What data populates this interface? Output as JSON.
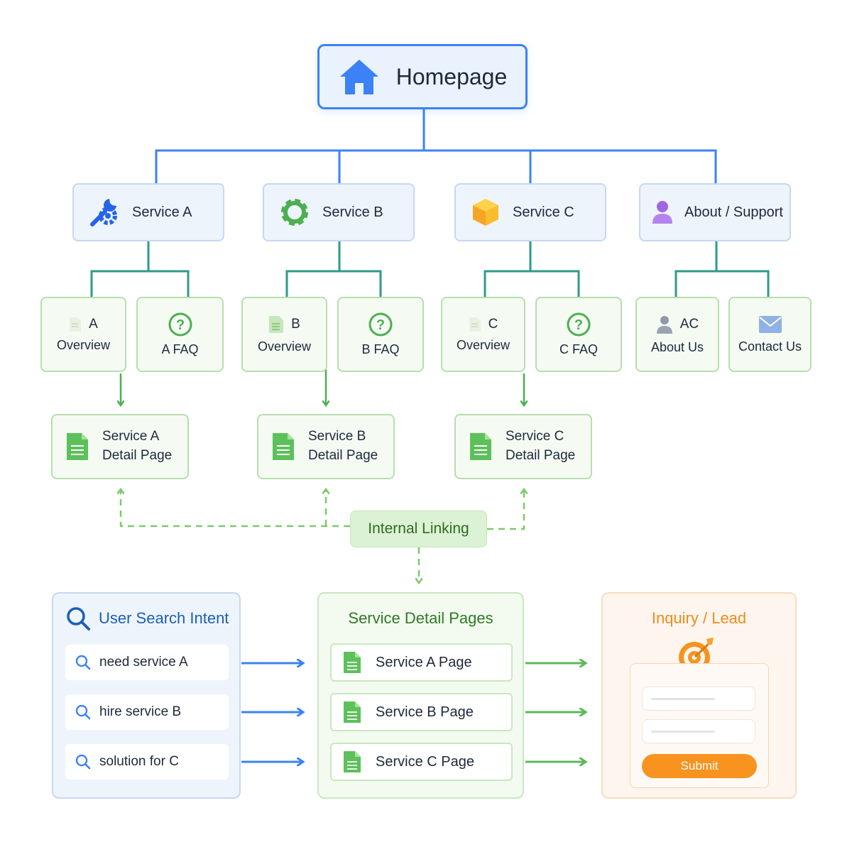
{
  "homepage": {
    "label": "Homepage",
    "icon": "home-icon"
  },
  "services": [
    {
      "label": "Service A",
      "icon": "wrench-gear-icon"
    },
    {
      "label": "Service B",
      "icon": "gear-icon"
    },
    {
      "label": "Service C",
      "icon": "cube-icon"
    },
    {
      "label": "About / Support",
      "icon": "user-icon"
    }
  ],
  "subpages": [
    {
      "line1": "A",
      "line2": "Overview",
      "icon": "document-icon"
    },
    {
      "line1": "",
      "line2": "A FAQ",
      "icon": "question-icon"
    },
    {
      "line1": "B",
      "line2": "Overview",
      "icon": "document-icon"
    },
    {
      "line1": "",
      "line2": "B FAQ",
      "icon": "question-icon"
    },
    {
      "line1": "C",
      "line2": "Overview",
      "icon": "document-icon"
    },
    {
      "line1": "",
      "line2": "C FAQ",
      "icon": "question-icon"
    },
    {
      "line1": "AC",
      "line2": "About Us",
      "icon": "user-icon"
    },
    {
      "line1": "",
      "line2": "Contact Us",
      "icon": "mail-icon"
    }
  ],
  "detail_pages": [
    {
      "line1": "Service A",
      "line2": "Detail Page"
    },
    {
      "line1": "Service B",
      "line2": "Detail Page"
    },
    {
      "line1": "Service C",
      "line2": "Detail Page"
    }
  ],
  "internal_linking": "Internal Linking",
  "user_intent": {
    "title": "User Search Intent",
    "queries": [
      "need service A",
      "hire service B",
      "solution for C"
    ]
  },
  "service_detail_pages": {
    "title": "Service Detail Pages",
    "pages": [
      "Service A Page",
      "Service B Page",
      "Service C Page"
    ]
  },
  "lead": {
    "title": "Inquiry / Lead",
    "submit_label": "Submit",
    "icon": "target-icon"
  },
  "colors": {
    "blue": "#3b82f6",
    "green": "#5cb85c",
    "teal": "#2f9a8a",
    "orange": "#f7931e",
    "intent_title": "#1d5fb4",
    "detail_title": "#2f7a24",
    "lead_title": "#f08a1c"
  }
}
